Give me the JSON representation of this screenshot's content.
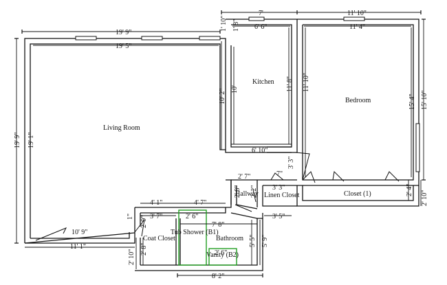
{
  "rooms": {
    "living_room": "Living Room",
    "kitchen": "Kitchen",
    "bedroom": "Bedroom",
    "hallway": "Hallway",
    "linen_closet": "Linen Closet",
    "closet": "Closet  (1)",
    "coat_closet": "Coat Closet",
    "bathroom": "Bathroom",
    "tub_shower": "Tub Shower (B1)",
    "vanity": "Vanity (B2)"
  },
  "dimensions": {
    "top_7ft": "7'",
    "top_11_10": "11' 10\"",
    "kitchen_6_6": "6' 6\"",
    "bedroom_11_4": "11' 4\"",
    "top_1_10": "1' 10\"",
    "top_1_8": "1' 8\"",
    "living_19_9": "19' 9\"",
    "living_19_5": "19' 5\"",
    "kitchen_10_2": "10' 2\"",
    "kitchen_10": "10'",
    "kitchen_11_8": "11' 8\"",
    "bedroom_11_10": "11' 10\"",
    "bedroom_15_4": "15' 4\"",
    "bedroom_15_10": "15' 10\"",
    "left_19_9": "19' 9\"",
    "left_19_1": "19' 1\"",
    "kitchen_6_10": "6' 10\"",
    "kitchen_3_3": "3' 3\"",
    "hall_2_7": "2' 7\"",
    "hall_7": "7\"",
    "linen_3_3": "3' 3\"",
    "hall_2_8": "2' 8\"",
    "hall_2_2": "2' 2\"",
    "closet_2_4": "2' 4\"",
    "closet_2_10": "2' 10\"",
    "bath_4_1": "4' 1\"",
    "bath_4_7": "4' 7\"",
    "coat_3_7": "3' 7\"",
    "tub_2_6": "2' 6\"",
    "bath_7_8": "7' 8\"",
    "bath_3_5": "3' 5\"",
    "coat_2_9": "2' 9\"",
    "bath_5_5": "5' 5\"",
    "bath_5_9": "5' 9\"",
    "living_10_9": "10' 9\"",
    "living_11_1": "11' 1\"",
    "coat_2_8": "2' 8\"",
    "coat_2_10": "2' 10\"",
    "vanity_2_6": "2' 6\"",
    "bath_8_2": "8' 2\"",
    "one_inch": "1\""
  }
}
